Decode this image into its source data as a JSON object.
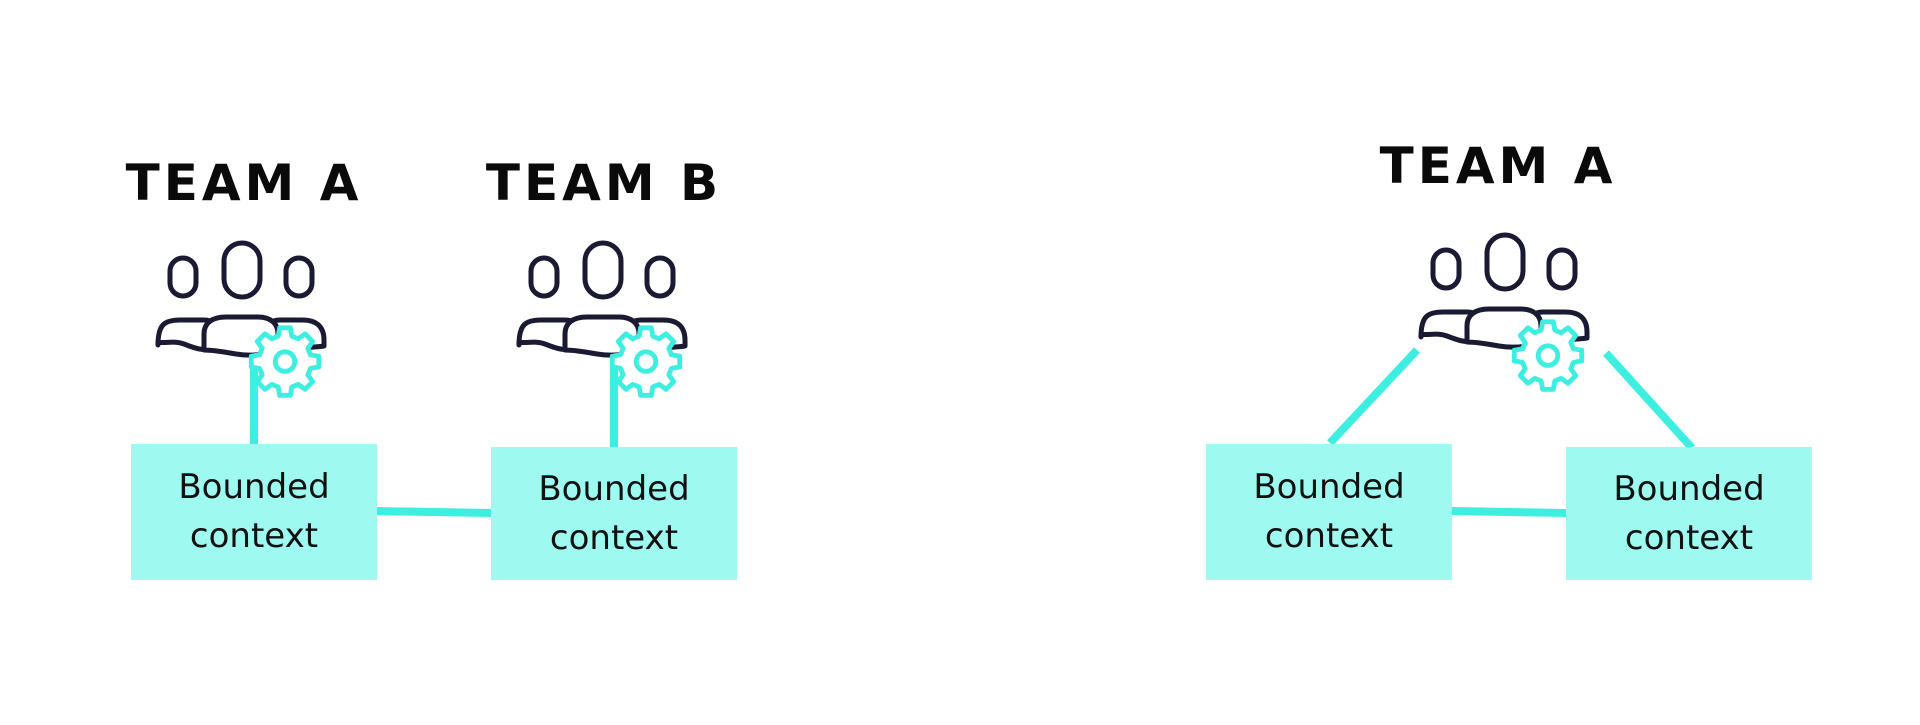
{
  "colors": {
    "accent": "#3eeee0",
    "box_fill": "#9ef9f0",
    "icon_stroke": "#1a1a33",
    "title_text": "#0a0a0a"
  },
  "left_diagram": {
    "teams": [
      {
        "title": "TEAM A",
        "icon": "team-people-icon",
        "badge_icon": "gear-icon"
      },
      {
        "title": "TEAM B",
        "icon": "team-people-icon",
        "badge_icon": "gear-icon"
      }
    ],
    "contexts": [
      {
        "label": "Bounded context"
      },
      {
        "label": "Bounded context"
      }
    ]
  },
  "right_diagram": {
    "team": {
      "title": "TEAM A",
      "icon": "team-people-icon",
      "badge_icon": "gear-icon"
    },
    "contexts": [
      {
        "label": "Bounded context"
      },
      {
        "label": "Bounded context"
      }
    ]
  }
}
